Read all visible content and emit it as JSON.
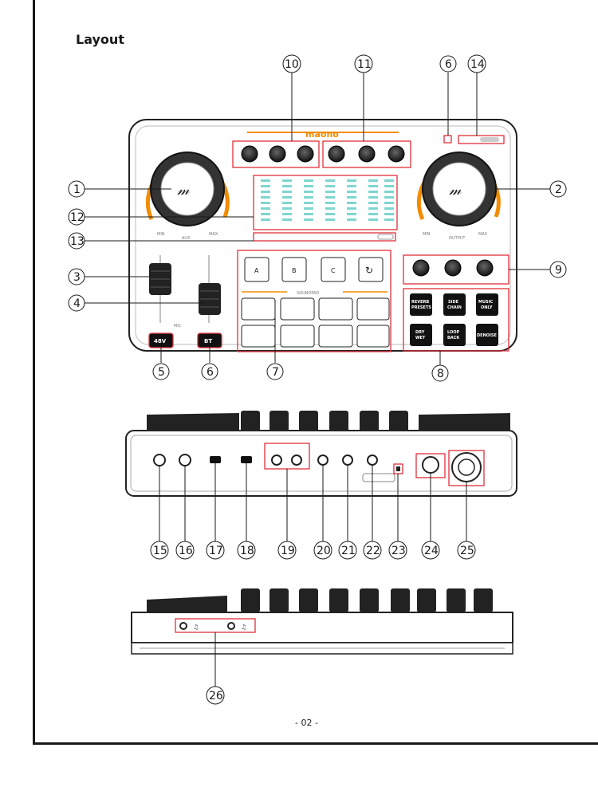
{
  "title": "Layout",
  "page_number": "- 02 -",
  "callouts": [
    "1",
    "2",
    "3",
    "4",
    "5",
    "6",
    "7",
    "8",
    "9",
    "10",
    "11",
    "12",
    "13",
    "14",
    "15",
    "16",
    "17",
    "18",
    "19",
    "20",
    "21",
    "22",
    "23",
    "24",
    "25",
    "26"
  ],
  "device": {
    "logo": "maono",
    "buttons": {
      "phantom": "48V",
      "bluetooth": "BT",
      "a": "A",
      "b": "B",
      "c": "C",
      "reverb_presets": [
        "REVERB",
        "PRESETS"
      ],
      "side_chain": [
        "SIDE",
        "CHAIN"
      ],
      "music_only": [
        "MUSIC",
        "ONLY"
      ],
      "dry_wet": [
        "DRY",
        "WET"
      ],
      "loop_back": [
        "LOOP",
        "BACK"
      ],
      "denoise": "DENOISE"
    },
    "labels": {
      "soundpad": "SOUNDPAD",
      "aux": "AUX",
      "output": "OUTPUT",
      "min": "MIN",
      "max": "MAX",
      "mic": "MIC"
    }
  },
  "colors": {
    "accent": "#f28c00",
    "callout_box": "#e0303a",
    "meter": "#7ed6d0",
    "device_body": "#ffffff",
    "outline": "#1a1a1a"
  }
}
